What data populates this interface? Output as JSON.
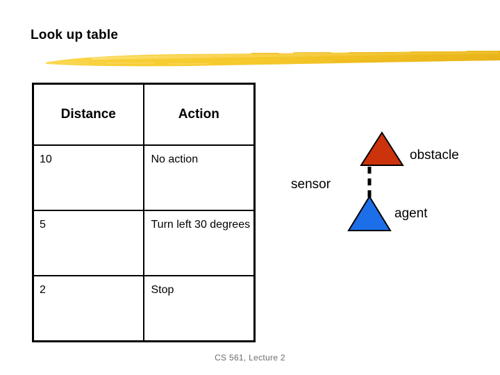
{
  "slide": {
    "title": "Look up table",
    "footer": "CS 561, Lecture 2",
    "accent_color": "#F2C230",
    "title_color": "#000000",
    "footer_color": "#6B6B6B"
  },
  "table": {
    "name": "look-up-table",
    "columns": [
      "Distance",
      "Action"
    ],
    "rows": [
      {
        "distance": "10",
        "action": "No action"
      },
      {
        "distance": "5",
        "action": "Turn left 30 degrees"
      },
      {
        "distance": "2",
        "action": "Stop"
      }
    ]
  },
  "diagram": {
    "obstacle_label": "obstacle",
    "sensor_label": "sensor",
    "agent_label": "agent",
    "obstacle_color": "#CC330D",
    "agent_color": "#1C6FE8",
    "sensor_line_color": "#000000",
    "outline_color": "#000000"
  }
}
